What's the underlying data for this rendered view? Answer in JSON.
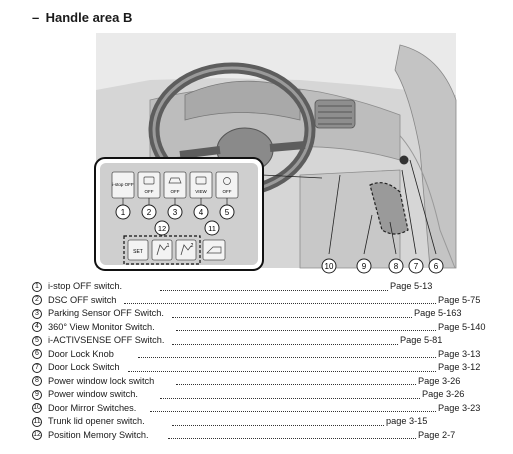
{
  "heading": "Handle area B",
  "figure": {
    "switch_labels": [
      "i-stop OFF",
      "OFF",
      "OFF",
      "VIEW",
      "OFF"
    ],
    "callout_numbers_inset": [
      "1",
      "2",
      "3",
      "4",
      "5"
    ],
    "inset_lower_numbers": [
      "12",
      "11"
    ],
    "memory_labels": [
      "SET",
      "1",
      "2"
    ],
    "callout_numbers_main": [
      "10",
      "9",
      "8",
      "7",
      "6"
    ]
  },
  "items": [
    {
      "num": "1",
      "label": "i-stop OFF switch. ",
      "page": "Page 5-13"
    },
    {
      "num": "2",
      "label": "DSC OFF switch",
      "page": "Page 5-75"
    },
    {
      "num": "3",
      "label": "Parking Sensor OFF Switch. ",
      "page": "Page 5-163"
    },
    {
      "num": "4",
      "label": "360° View Monitor Switch.",
      "page": "Page 5-140"
    },
    {
      "num": "5",
      "label": "i-ACTIVSENSE OFF Switch. ",
      "page": "Page 5-81"
    },
    {
      "num": "6",
      "label": "Door Lock Knob",
      "page": "Page 3-13"
    },
    {
      "num": "7",
      "label": "Door Lock Switch",
      "page": "Page 3-12"
    },
    {
      "num": "8",
      "label": "Power window lock switch",
      "page": "Page 3-26"
    },
    {
      "num": "9",
      "label": "Power window switch.",
      "page": "Page 3-26"
    },
    {
      "num": "10",
      "label": "Door Mirror Switches.",
      "page": "Page 3-23"
    },
    {
      "num": "11",
      "label": "Trunk lid opener switch. ",
      "page": "page 3-15"
    },
    {
      "num": "12",
      "label": " Position Memory Switch. ",
      "page": "Page 2-7"
    }
  ]
}
